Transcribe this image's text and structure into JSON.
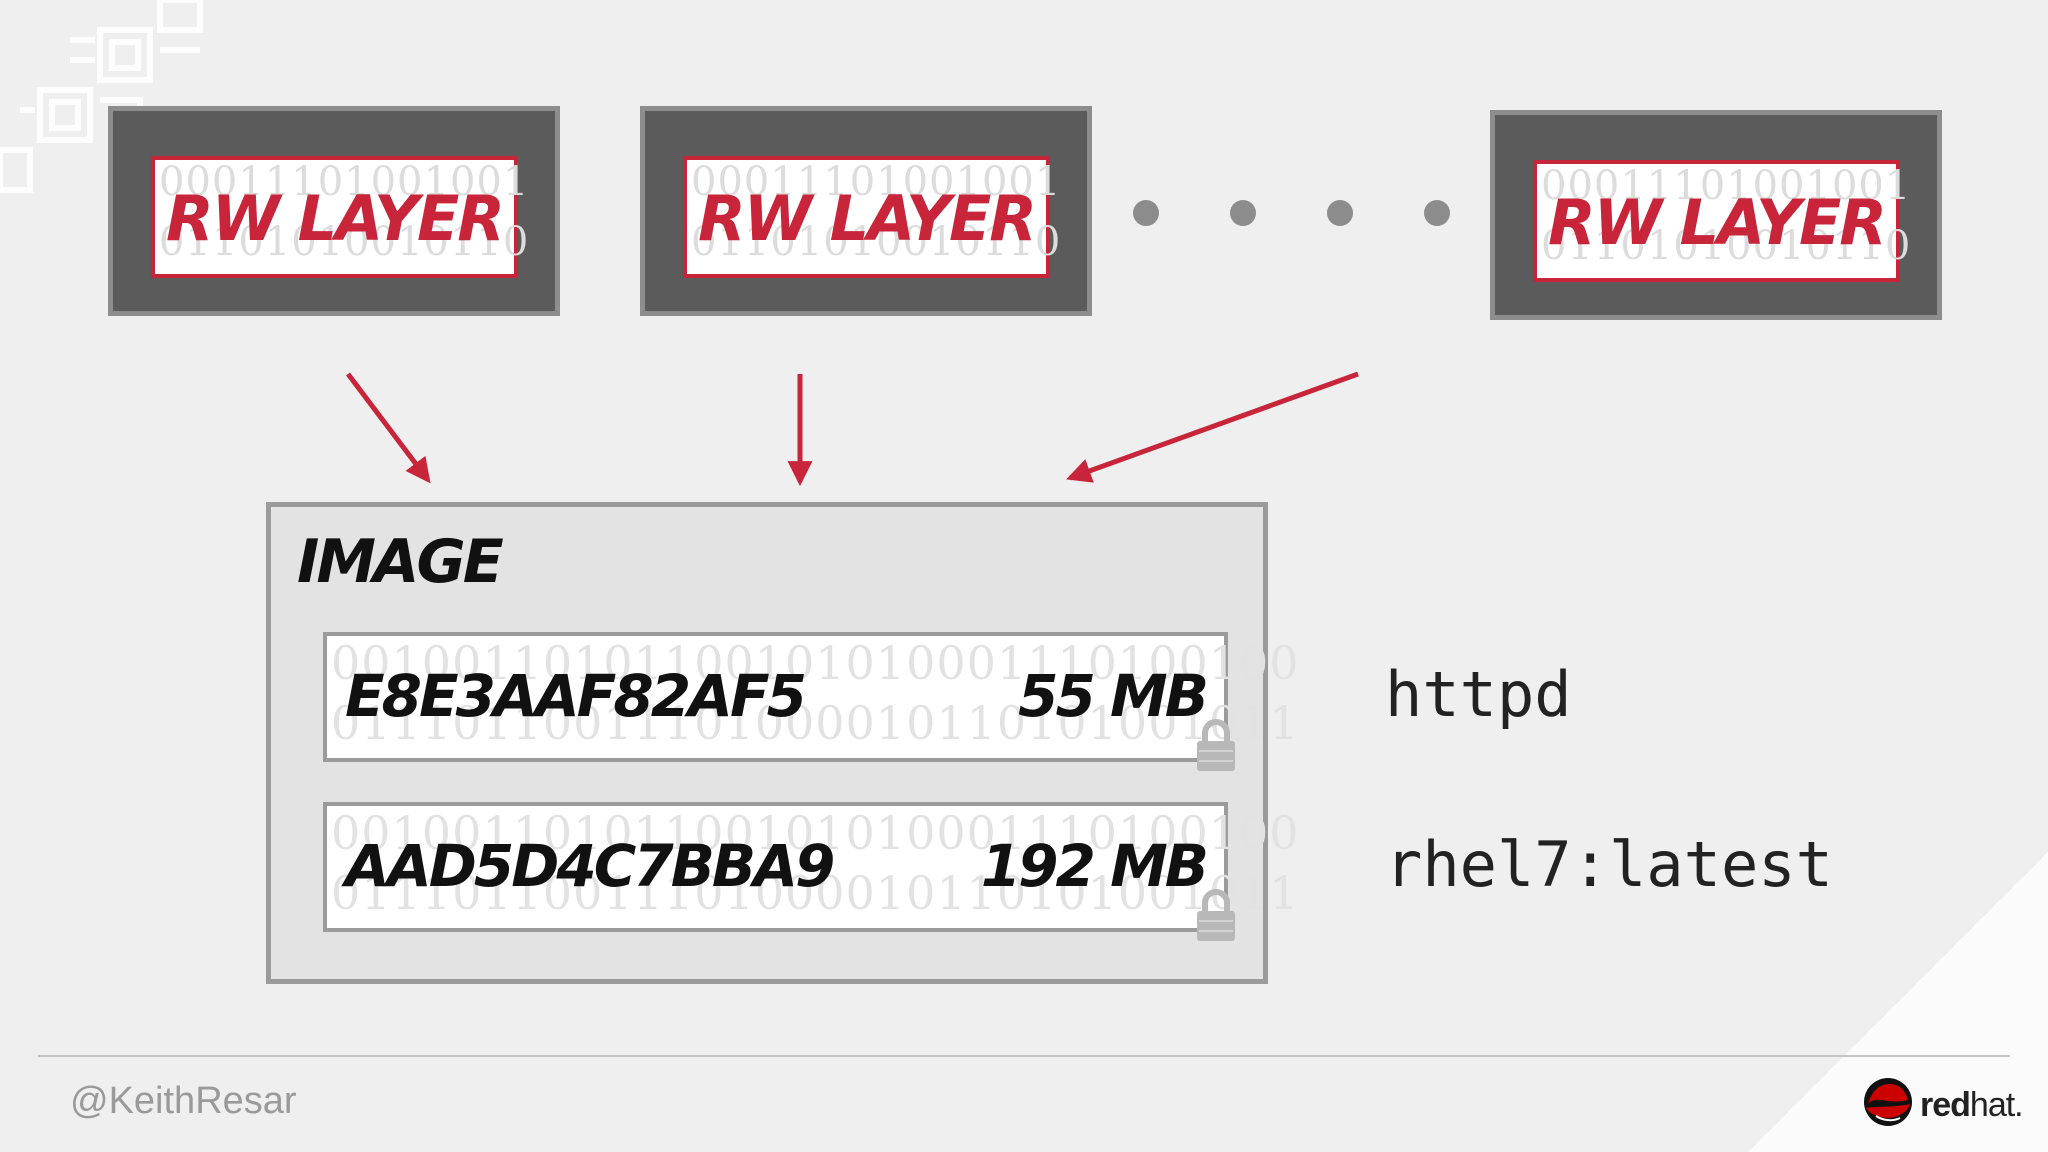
{
  "rw_layers": [
    {
      "label": "RW LAYER",
      "binary_top": "00011101001001",
      "binary_bottom": "01101010010110"
    },
    {
      "label": "RW LAYER",
      "binary_top": "00011101001001",
      "binary_bottom": "01101010010110"
    },
    {
      "label": "RW LAYER",
      "binary_top": "00011101001001",
      "binary_bottom": "01101010010110"
    }
  ],
  "image": {
    "title": "IMAGE",
    "layers": [
      {
        "hash": "E8E3AAF82AF5",
        "size": "55 MB",
        "binary_top": "00100110101100101010001110100100",
        "binary_bottom": "01110110011101000010110101001011"
      },
      {
        "hash": "AAD5D4C7BBA9",
        "size": "192 MB",
        "binary_top": "00100110101100101010001110100100",
        "binary_bottom": "01110110011101000010110101001011"
      }
    ]
  },
  "tags": [
    "httpd",
    "rhel7:latest"
  ],
  "footer": {
    "handle": "@KeithResar",
    "logo_red": "red",
    "logo_hat": "hat."
  },
  "colors": {
    "accent_red": "#c8243a",
    "layer_dark": "#5b5b5b",
    "background": "#efefef"
  }
}
